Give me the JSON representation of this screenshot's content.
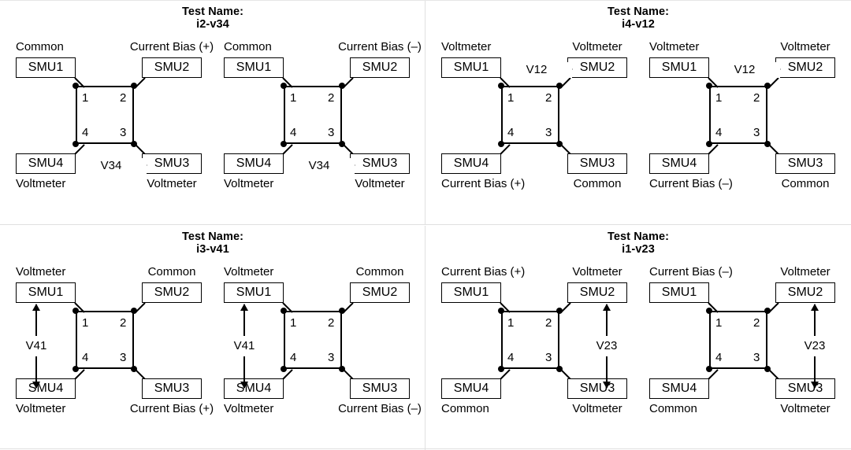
{
  "figure": {
    "kind": "van-der-pauw-test-configuration-matrix",
    "quadrant_count": 4,
    "title_prefix": "Test Name:"
  },
  "labels": {
    "common": "Common",
    "voltmeter": "Voltmeter",
    "bias_positive": "Current Bias (+)",
    "bias_negative": "Current Bias (–)",
    "smu1": "SMU1",
    "smu2": "SMU2",
    "smu3": "SMU3",
    "smu4": "SMU4",
    "corner1": "1",
    "corner2": "2",
    "corner3": "3",
    "corner4": "4"
  },
  "colors": {
    "ink": "#000000",
    "background": "#ffffff",
    "divider": "#e0e0e0"
  },
  "quadrants": [
    {
      "id": "i2-v34",
      "title_line1": "Test Name:",
      "title_line2": "i2-v34",
      "measurement": "V34",
      "arrow_orientation": "horizontal-bottom",
      "diagrams": [
        {
          "variant": "positive",
          "roles": {
            "smu1": "Common",
            "smu2": "Current Bias (+)",
            "smu3": "Voltmeter",
            "smu4": "Voltmeter"
          }
        },
        {
          "variant": "negative",
          "roles": {
            "smu1": "Common",
            "smu2": "Current Bias (–)",
            "smu3": "Voltmeter",
            "smu4": "Voltmeter"
          }
        }
      ]
    },
    {
      "id": "i4-v12",
      "title_line1": "Test Name:",
      "title_line2": "i4-v12",
      "measurement": "V12",
      "arrow_orientation": "horizontal-top",
      "diagrams": [
        {
          "variant": "positive",
          "roles": {
            "smu1": "Voltmeter",
            "smu2": "Voltmeter",
            "smu3": "Common",
            "smu4": "Current Bias (+)"
          }
        },
        {
          "variant": "negative",
          "roles": {
            "smu1": "Voltmeter",
            "smu2": "Voltmeter",
            "smu3": "Common",
            "smu4": "Current Bias (–)"
          }
        }
      ]
    },
    {
      "id": "i3-v41",
      "title_line1": "Test Name:",
      "title_line2": "i3-v41",
      "measurement": "V41",
      "arrow_orientation": "vertical-left",
      "diagrams": [
        {
          "variant": "positive",
          "roles": {
            "smu1": "Voltmeter",
            "smu2": "Common",
            "smu3": "Current Bias (+)",
            "smu4": "Voltmeter"
          }
        },
        {
          "variant": "negative",
          "roles": {
            "smu1": "Voltmeter",
            "smu2": "Common",
            "smu3": "Current Bias (–)",
            "smu4": "Voltmeter"
          }
        }
      ]
    },
    {
      "id": "i1-v23",
      "title_line1": "Test Name:",
      "title_line2": "i1-v23",
      "measurement": "V23",
      "arrow_orientation": "vertical-right",
      "diagrams": [
        {
          "variant": "positive",
          "roles": {
            "smu1": "Current Bias (+)",
            "smu2": "Voltmeter",
            "smu3": "Voltmeter",
            "smu4": "Common"
          }
        },
        {
          "variant": "negative",
          "roles": {
            "smu1": "Current Bias (–)",
            "smu2": "Voltmeter",
            "smu3": "Voltmeter",
            "smu4": "Common"
          }
        }
      ]
    }
  ]
}
